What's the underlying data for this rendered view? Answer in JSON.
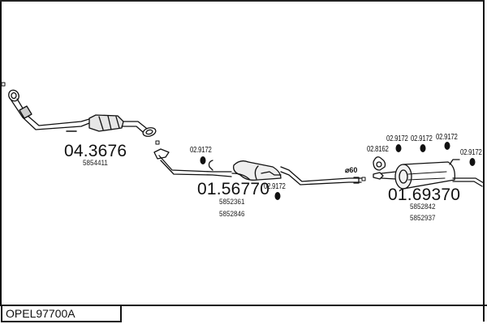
{
  "diagram": {
    "reference_code": "OPEL97700A",
    "parts": [
      {
        "part_number": "04.3676",
        "oem_numbers": [
          "5854411"
        ],
        "component": "catalytic-converter"
      },
      {
        "part_number": "01.56770",
        "oem_numbers": [
          "5852361",
          "5852846"
        ],
        "component": "middle-silencer"
      },
      {
        "part_number": "01.69370",
        "oem_numbers": [
          "5852842",
          "5852937"
        ],
        "component": "rear-silencer"
      }
    ],
    "accessories": {
      "clip_a": "02.9172",
      "clip_b": "02.9172",
      "clip_c": "02.9172",
      "clip_d": "02.9172",
      "clip_e": "02.9172",
      "clip_f": "02.9172",
      "clamp": "02.8162"
    },
    "pipe_diameter": "⌀60",
    "colors": {
      "line": "#111111",
      "background": "#ffffff"
    }
  }
}
